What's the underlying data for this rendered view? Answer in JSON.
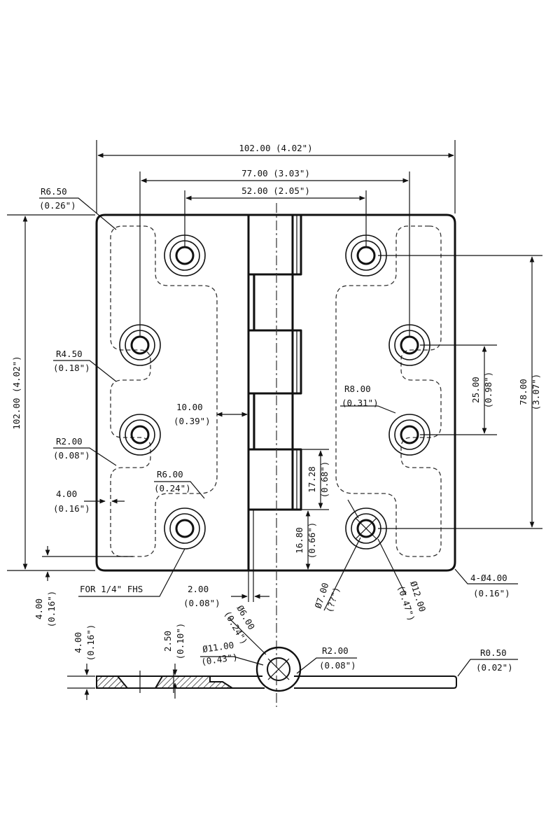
{
  "dimensions": {
    "overall_width": "102.00 (4.02\")",
    "outer_hole_span": "77.00 (3.03\")",
    "inner_hole_span": "52.00 (2.05\")",
    "corner_radius": [
      "R6.50",
      "(0.26\")"
    ],
    "overall_height": "102.00 (4.02\")",
    "pocket_radius_a": [
      "R4.50",
      "(0.18\")"
    ],
    "pocket_radius_b": [
      "R2.00",
      "(0.08\")"
    ],
    "knuckle_gap": [
      "10.00",
      "(0.39\")"
    ],
    "pocket_radius_c": [
      "R6.00",
      "(0.24\")"
    ],
    "edge_offset": [
      "4.00",
      "(0.16\")"
    ],
    "screw_note": "FOR 1/4\" FHS",
    "bottom_offset": [
      "4.00",
      "(0.16\")"
    ],
    "pin_gap": [
      "2.00",
      "(0.08\")"
    ],
    "knuckle_pitch": [
      "17.28",
      "(0.68\")"
    ],
    "knuckle_bottom": [
      "16.80",
      "(0.66\")"
    ],
    "slot_radius": [
      "R8.00",
      "(0.31\")"
    ],
    "hole_pitch": [
      "25.00",
      "(0.98\")"
    ],
    "hole_span_vertical": [
      "78.00",
      "(3.07\")"
    ],
    "countersink_small": [
      "Ø7.00",
      "(??\")"
    ],
    "countersink_large": [
      "Ø12.00",
      "(0.47\")"
    ],
    "corner_holes": [
      "4-Ø4.00",
      "(0.16\")"
    ],
    "thickness": [
      "4.00",
      "(0.16\")"
    ],
    "recess_depth": [
      "2.50",
      "(0.10\")"
    ],
    "knuckle_od": [
      "Ø11.00",
      "(0.43\")"
    ],
    "pin_diameter": [
      "Ø6.00",
      "(0.24\")"
    ],
    "knuckle_radius": [
      "R2.00",
      "(0.08\")"
    ],
    "edge_radius": [
      "R0.50",
      "(0.02\")"
    ]
  }
}
